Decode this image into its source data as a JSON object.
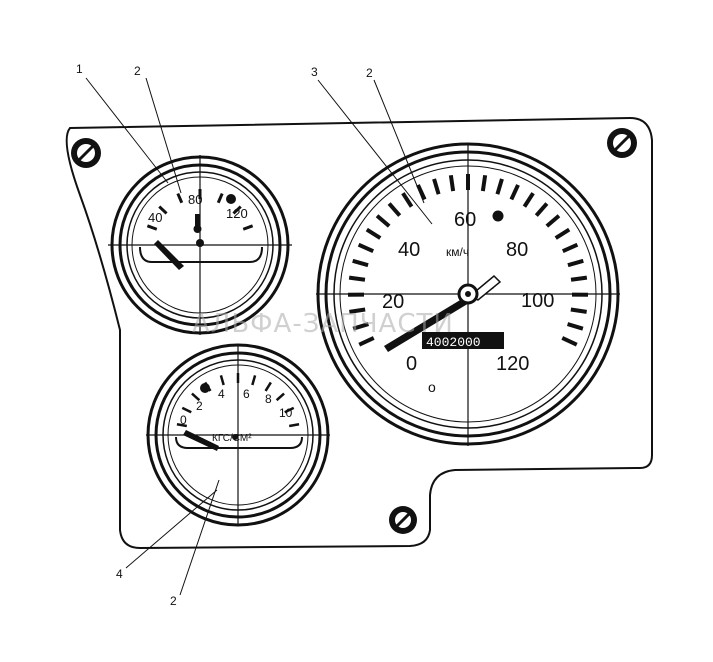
{
  "callouts": [
    {
      "id": "1",
      "text": "1"
    },
    {
      "id": "2a",
      "text": "2"
    },
    {
      "id": "3",
      "text": "3"
    },
    {
      "id": "2b",
      "text": "2"
    },
    {
      "id": "4",
      "text": "4"
    },
    {
      "id": "2c",
      "text": "2"
    }
  ],
  "temp_gauge": {
    "ticks": [
      "40",
      "80",
      "120"
    ]
  },
  "pressure_gauge": {
    "ticks": [
      "0",
      "2",
      "4",
      "6",
      "8",
      "10"
    ],
    "unit": "КГС/СМ²"
  },
  "speedometer": {
    "ticks": [
      "0",
      "20",
      "40",
      "60",
      "80",
      "100",
      "120"
    ],
    "unit": "км/ч",
    "odometer": "4002000",
    "trip_symbol": "o"
  },
  "watermark": "АЛЬФА-ЗАПЧАСТИ",
  "colors": {
    "line": "#111111",
    "watermark": "#aaaaaa",
    "background": "#ffffff"
  }
}
